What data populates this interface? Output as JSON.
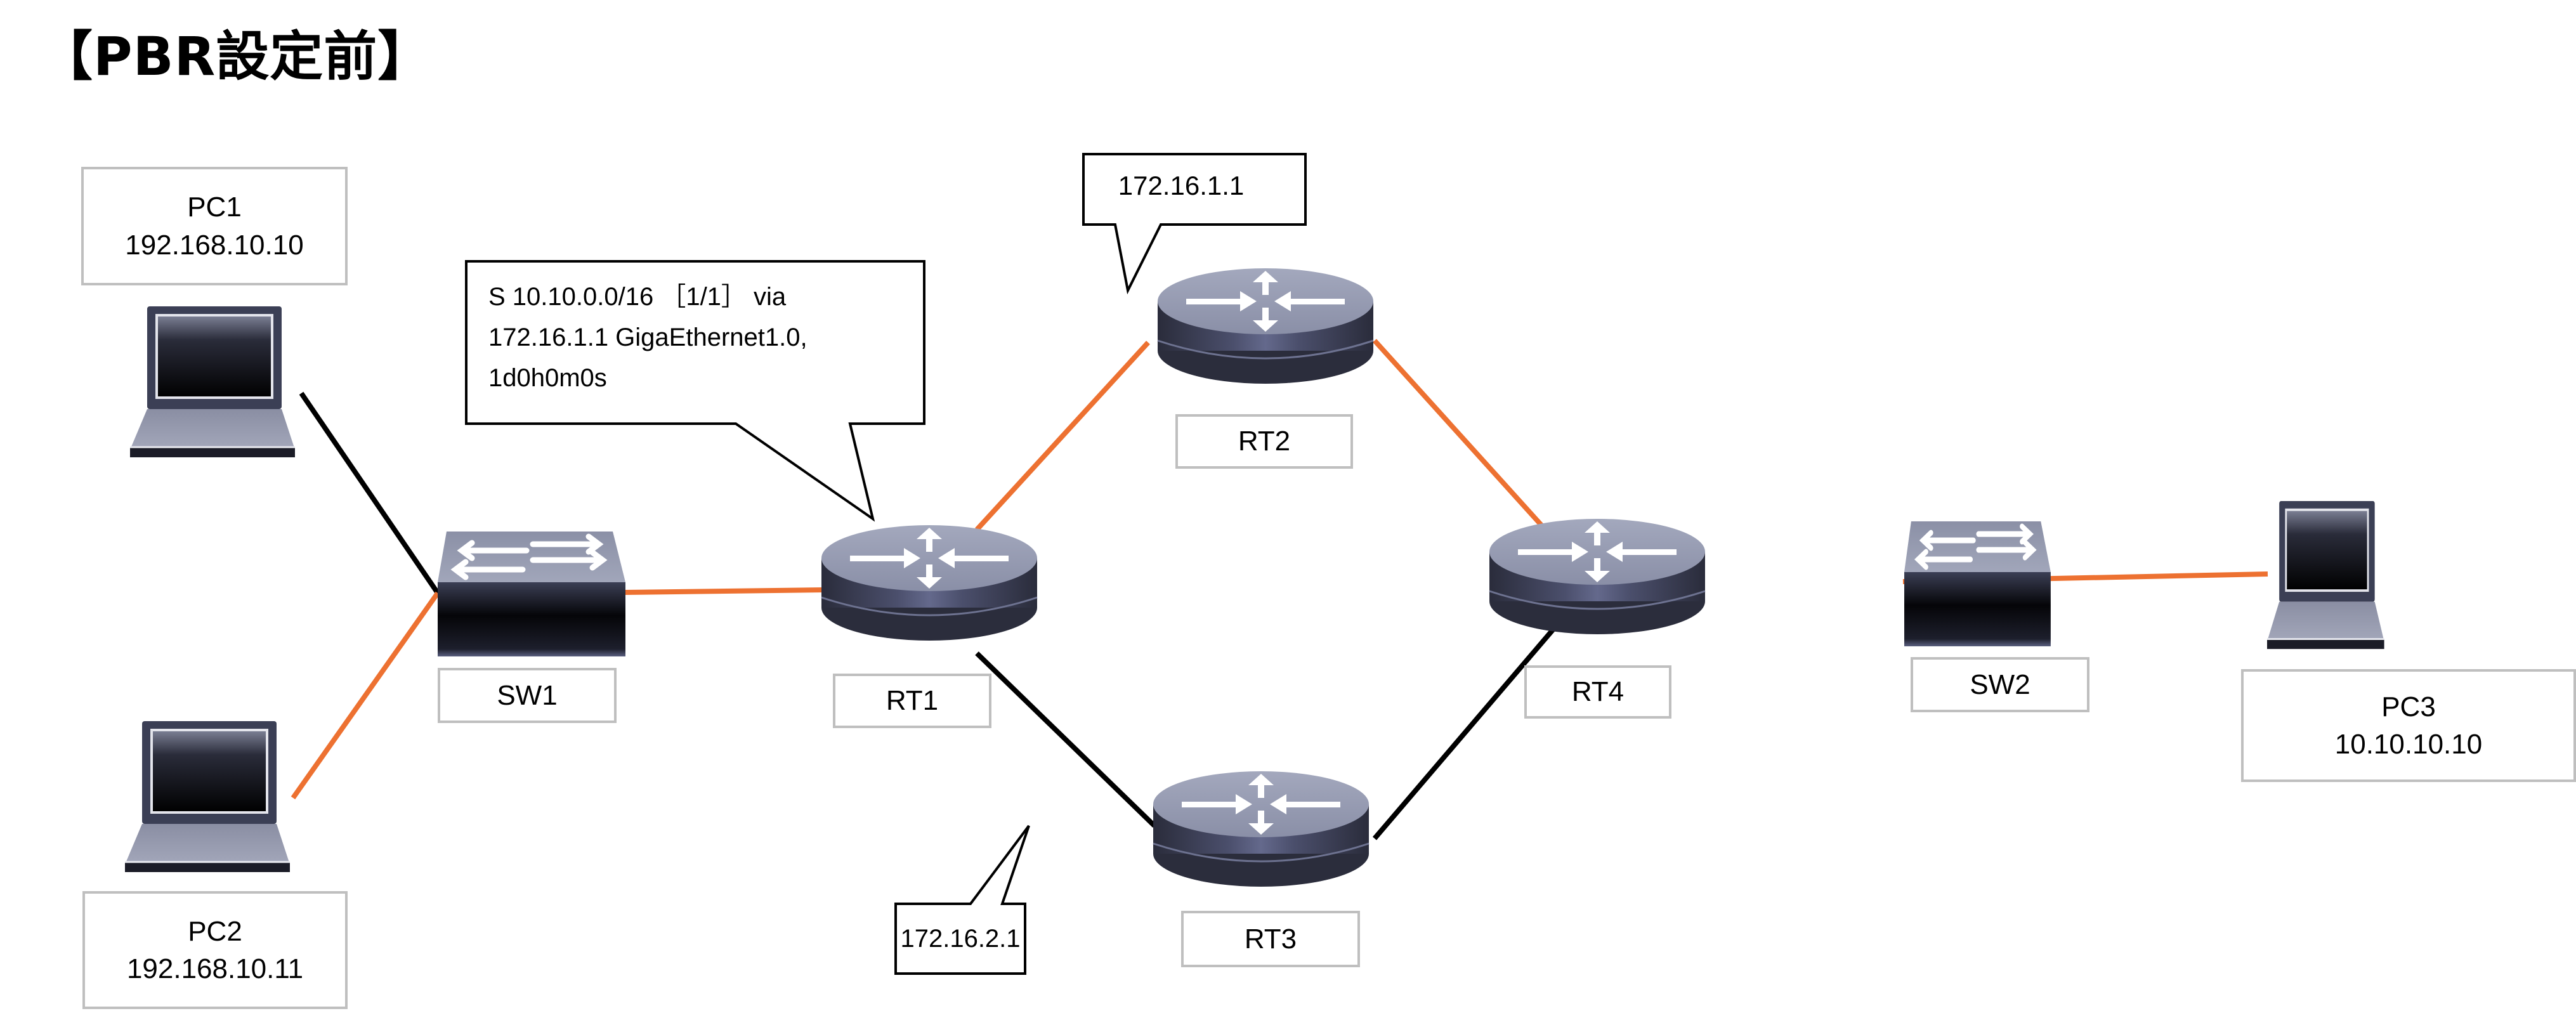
{
  "title": "【PBR設定前】",
  "colors": {
    "link_orange": "#ED7131",
    "link_black": "#000000",
    "label_border": "#BFBFBF",
    "device_body": "#3B3F55"
  },
  "nodes": {
    "pc1": {
      "name": "PC1",
      "ip": "192.168.10.10",
      "icon": "laptop-icon"
    },
    "pc2": {
      "name": "PC2",
      "ip": "192.168.10.11",
      "icon": "laptop-icon"
    },
    "pc3": {
      "name": "PC3",
      "ip": "10.10.10.10",
      "icon": "laptop-icon"
    },
    "sw1": {
      "name": "SW1",
      "icon": "switch-icon"
    },
    "sw2": {
      "name": "SW2",
      "icon": "switch-icon"
    },
    "rt1": {
      "name": "RT1",
      "icon": "router-icon"
    },
    "rt2": {
      "name": "RT2",
      "icon": "router-icon"
    },
    "rt3": {
      "name": "RT3",
      "icon": "router-icon"
    },
    "rt4": {
      "name": "RT4",
      "icon": "router-icon"
    }
  },
  "links": [
    {
      "from": "PC1",
      "to": "SW1",
      "color": "black"
    },
    {
      "from": "PC2",
      "to": "SW1",
      "color": "orange"
    },
    {
      "from": "SW1",
      "to": "RT1",
      "color": "orange"
    },
    {
      "from": "RT1",
      "to": "RT2",
      "color": "orange"
    },
    {
      "from": "RT2",
      "to": "RT4",
      "color": "orange"
    },
    {
      "from": "RT1",
      "to": "RT3",
      "color": "black"
    },
    {
      "from": "RT3",
      "to": "RT4",
      "color": "black"
    },
    {
      "from": "RT4",
      "to": "SW2",
      "color": "orange"
    },
    {
      "from": "SW2",
      "to": "PC3",
      "color": "orange"
    }
  ],
  "callouts": {
    "route": {
      "lines": [
        "S 10.10.0.0/16 ［1/1］ via",
        "172.16.1.1 GigaEthernet1.0,",
        "1d0h0m0s"
      ]
    },
    "rt2_ip": {
      "text": "172.16.1.1"
    },
    "rt3_ip": {
      "text": "172.16.2.1"
    }
  }
}
